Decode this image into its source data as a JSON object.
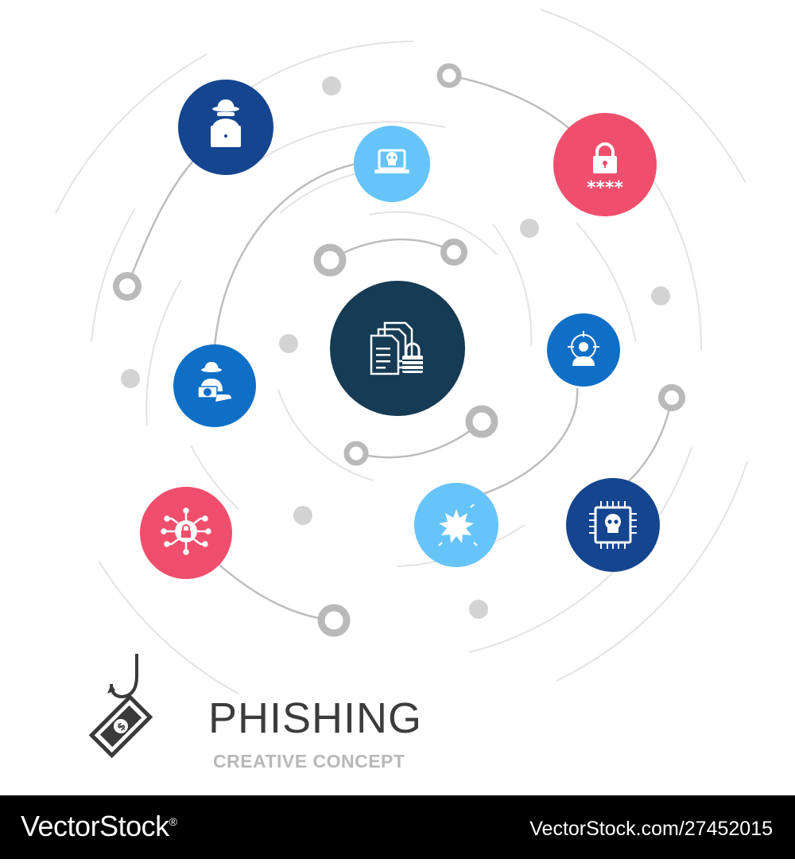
{
  "title": "PHISHING",
  "subtitle": "CREATIVE CONCEPT",
  "footer": {
    "brand": "VectorStock",
    "registered": "®",
    "image_id": "VectorStock.com/27452015"
  },
  "colors": {
    "navy": "#15458f",
    "dark_center": "#163b54",
    "light_blue": "#67c4f8",
    "pink": "#ef4f6c",
    "blue": "#0f6fc6",
    "ring_gray": "#b9b9b9",
    "dot_gray": "#d3d3d3",
    "orbit_gray": "#e3e3e3",
    "connector_gray": "#bdbdbd"
  },
  "icons": {
    "center": "documents-lock-icon",
    "hacker_laptop": "hacker-laptop-icon",
    "skull_laptop": "skull-laptop-icon",
    "password_lock": "password-lock-icon",
    "hacker_money": "hacker-money-icon",
    "target_person": "target-person-icon",
    "network_lock": "network-lock-icon",
    "explosion": "explosion-icon",
    "skull_chip": "skull-chip-icon",
    "logo": "fishhook-money-icon"
  }
}
